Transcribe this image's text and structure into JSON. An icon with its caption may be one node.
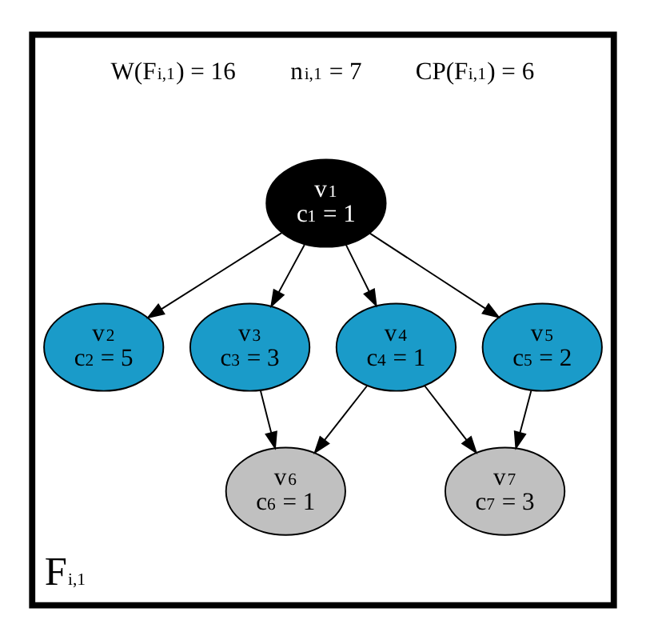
{
  "diagram": {
    "nodes": [
      {
        "text": [
          "F$_{i,1}$"
        ]
      },
      {
        "text": [
          "v$_{1}$",
          "c$_{1}$ = 1"
        ],
        "in": 0
      },
      {
        "text": [
          "v$_{2}$",
          "c$_{2}$ = 5"
        ],
        "in": 0
      },
      {
        "text": [
          "v$_{3}$",
          "c$_{3}$ = 3"
        ],
        "in": 0
      },
      {
        "text": [
          "v$_{4}$",
          "c$_{4}$ = 1"
        ],
        "in": 0
      },
      {
        "text": [
          "v$_{5}$",
          "c$_{5}$ = 2"
        ],
        "in": 0
      },
      {
        "text": [
          "v$_{6}$",
          "c$_{6}$ = 1"
        ],
        "in": 0
      },
      {
        "text": [
          "v$_{7}$",
          "c$_{7}$ = 3"
        ],
        "in": 0
      }
    ],
    "edges": [
      {
        "from": 1,
        "to": 2,
        "arrow": "to"
      },
      {
        "from": 1,
        "to": 3,
        "arrow": "to"
      },
      {
        "from": 1,
        "to": 4,
        "arrow": "to"
      },
      {
        "from": 1,
        "to": 5,
        "arrow": "to"
      },
      {
        "from": 3,
        "to": 6,
        "arrow": "to"
      },
      {
        "from": 4,
        "to": 6,
        "arrow": "to"
      },
      {
        "from": 4,
        "to": 7,
        "arrow": "to"
      },
      {
        "from": 5,
        "to": 7,
        "arrow": "to"
      }
    ],
    "labels": [
      "W(F$_{i,1}$) = 16",
      "n$_{i,1}$ = 7",
      "CP(F$_{i,1}$) = 6"
    ]
  }
}
